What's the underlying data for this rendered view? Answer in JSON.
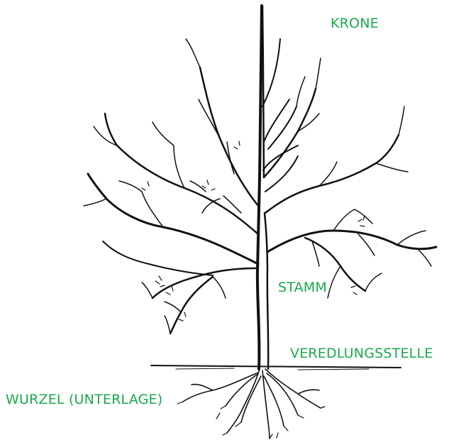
{
  "labels": {
    "crown": "KRONE",
    "trunk": "STAMM",
    "graft": "VEREDLUNGSSTELLE",
    "root": "WURZEL (UNTERLAGE)"
  },
  "colors": {
    "label": "#1aa94c",
    "ink": "#111111",
    "background": "#ffffff"
  }
}
